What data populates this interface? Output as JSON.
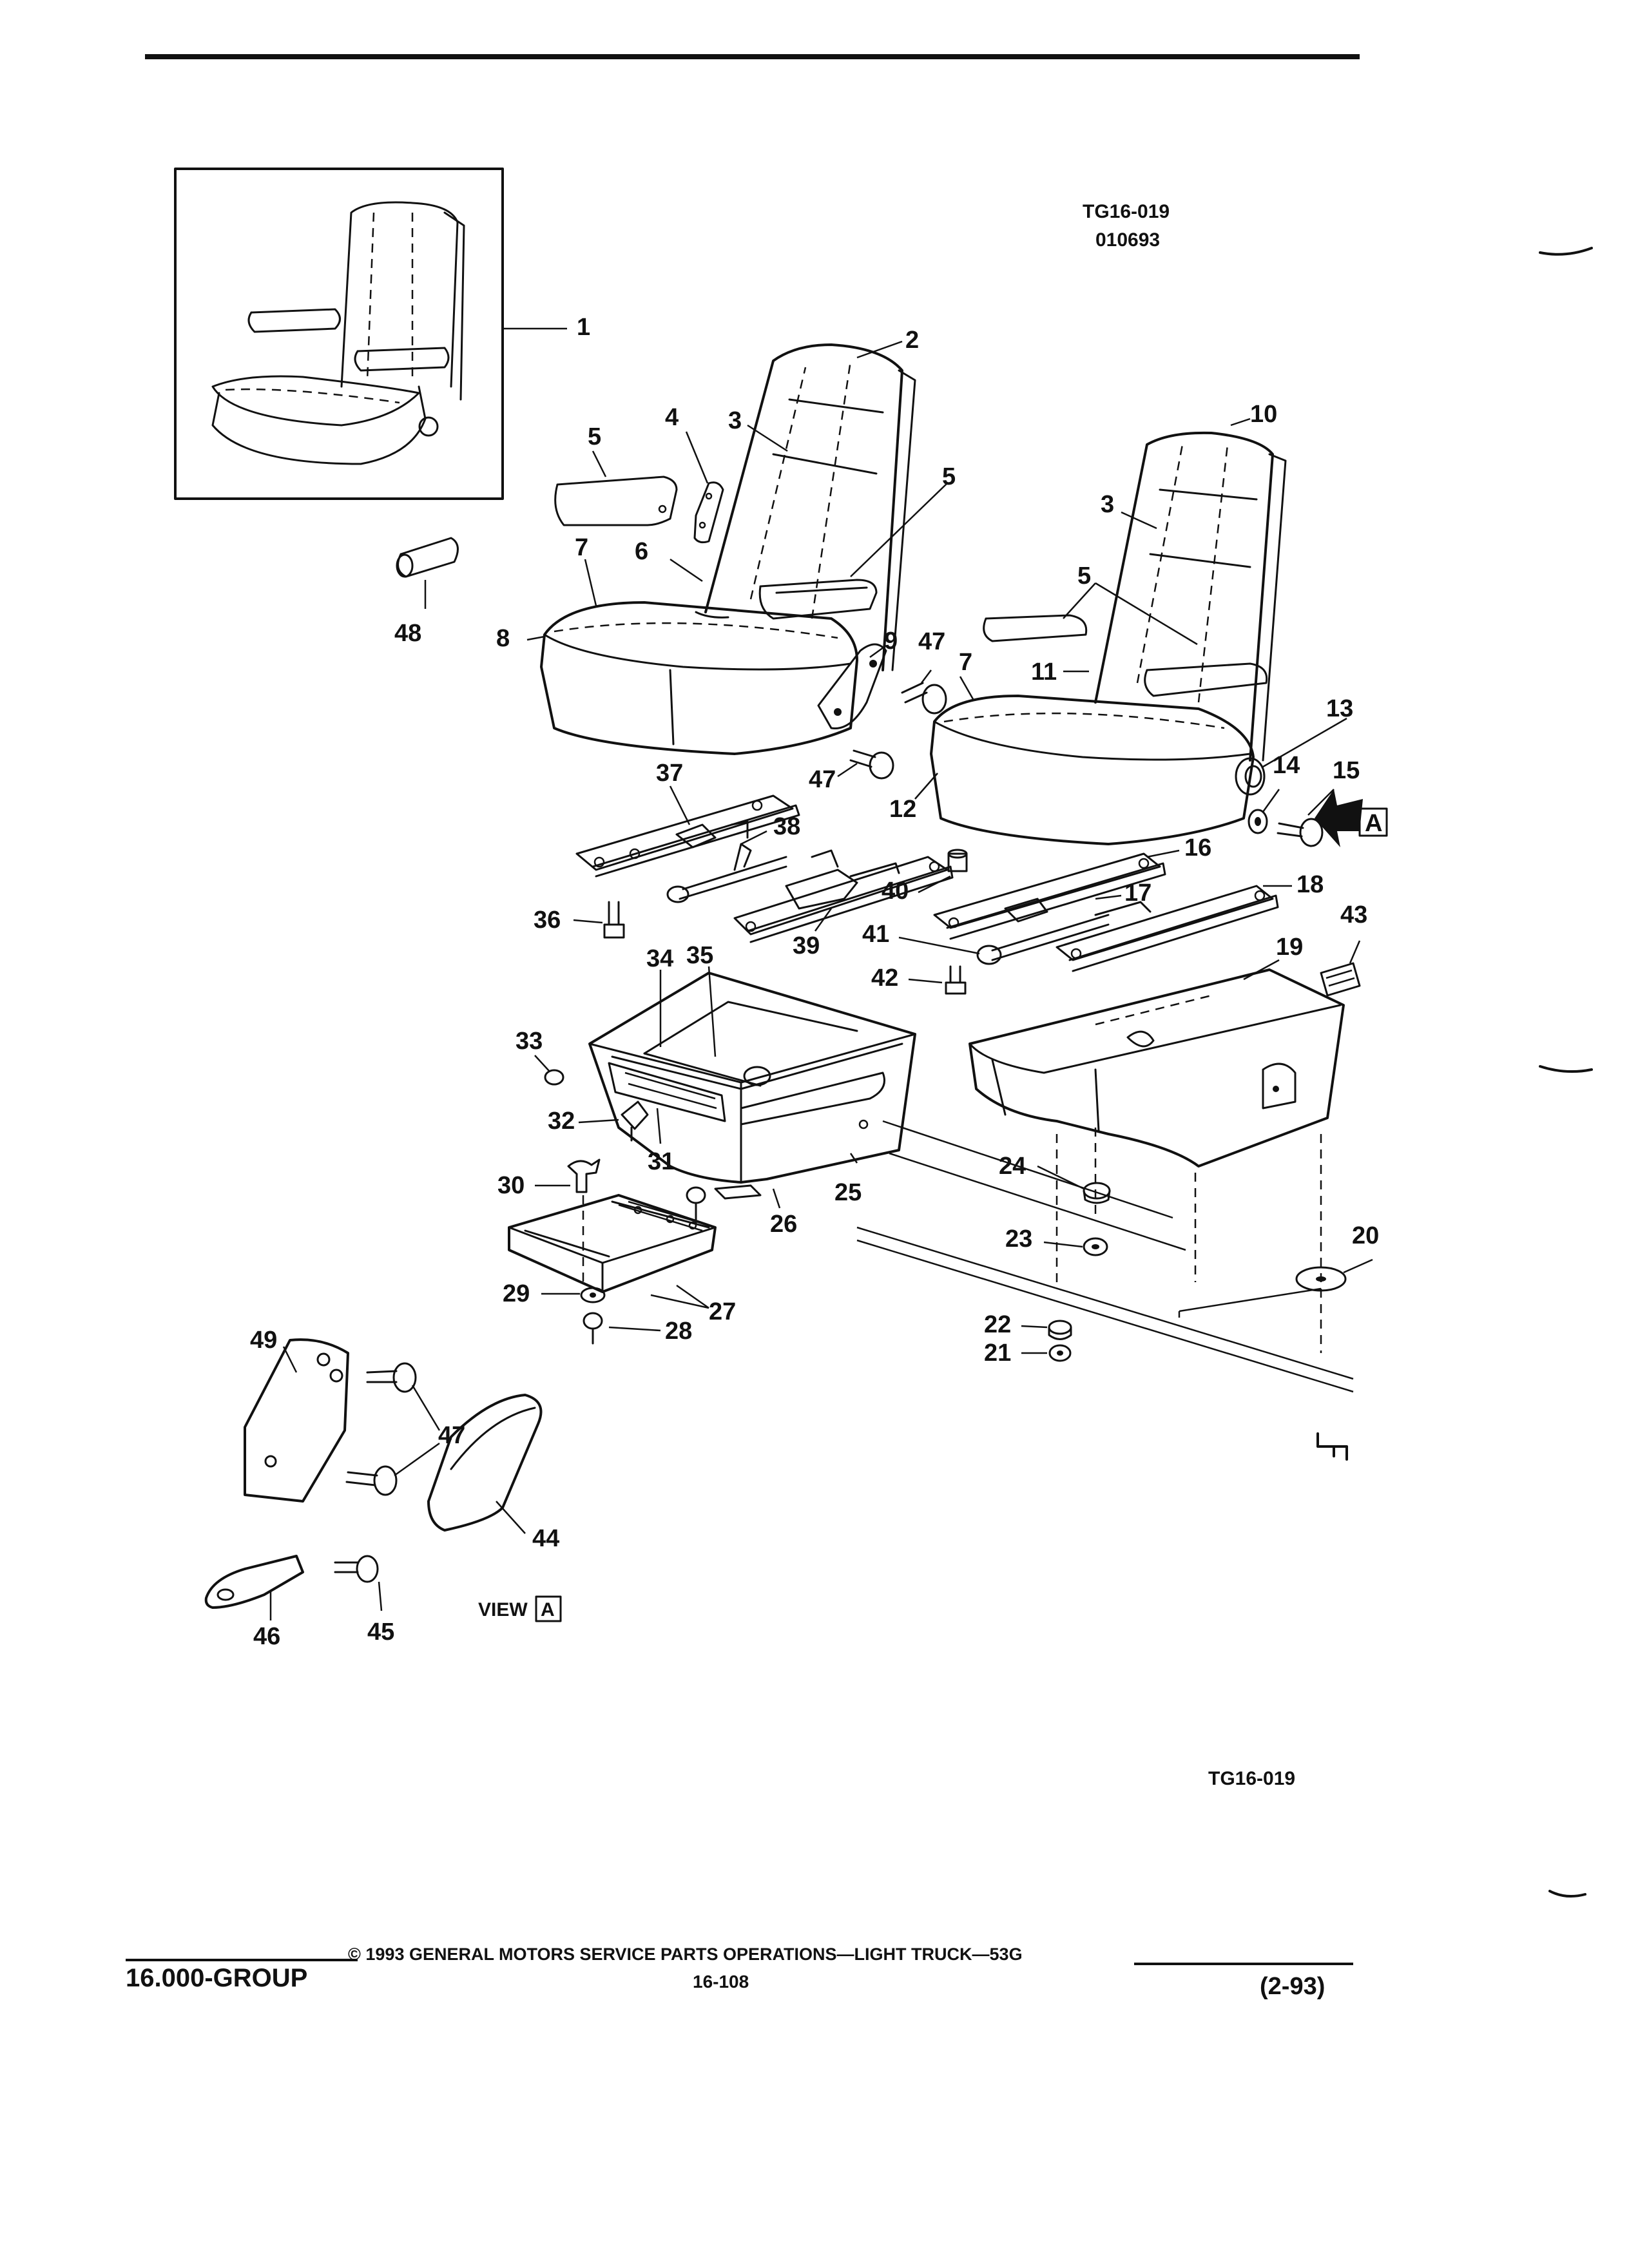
{
  "header": {
    "figure_id": "TG16-019",
    "figure_date": "010693"
  },
  "callouts": {
    "c1": "1",
    "c2": "2",
    "c3a": "3",
    "c3b": "3",
    "c4": "4",
    "c5a": "5",
    "c5b": "5",
    "c5c": "5",
    "c6": "6",
    "c7a": "7",
    "c7b": "7",
    "c8": "8",
    "c9": "9",
    "c10": "10",
    "c11": "11",
    "c12": "12",
    "c13": "13",
    "c14": "14",
    "c15": "15",
    "c16": "16",
    "c17": "17",
    "c18": "18",
    "c19": "19",
    "c20": "20",
    "c21": "21",
    "c22": "22",
    "c23": "23",
    "c24": "24",
    "c25": "25",
    "c26": "26",
    "c27": "27",
    "c28": "28",
    "c29": "29",
    "c30": "30",
    "c31": "31",
    "c32": "32",
    "c33": "33",
    "c34": "34",
    "c35": "35",
    "c36": "36",
    "c37": "37",
    "c38": "38",
    "c39": "39",
    "c40": "40",
    "c41": "41",
    "c42": "42",
    "c43": "43",
    "c44": "44",
    "c45": "45",
    "c46": "46",
    "c47a": "47",
    "c47b": "47",
    "c47c": "47",
    "c48": "48",
    "c49": "49",
    "viewA": "A"
  },
  "view_label": "VIEW",
  "view_letter": "A",
  "bottom_figure_id": "TG16-019",
  "footer": {
    "group": "16.000-GROUP",
    "copyright": "© 1993 GENERAL MOTORS SERVICE PARTS OPERATIONS—LIGHT TRUCK—53G",
    "page": "16-108",
    "revision": "(2-93)"
  }
}
